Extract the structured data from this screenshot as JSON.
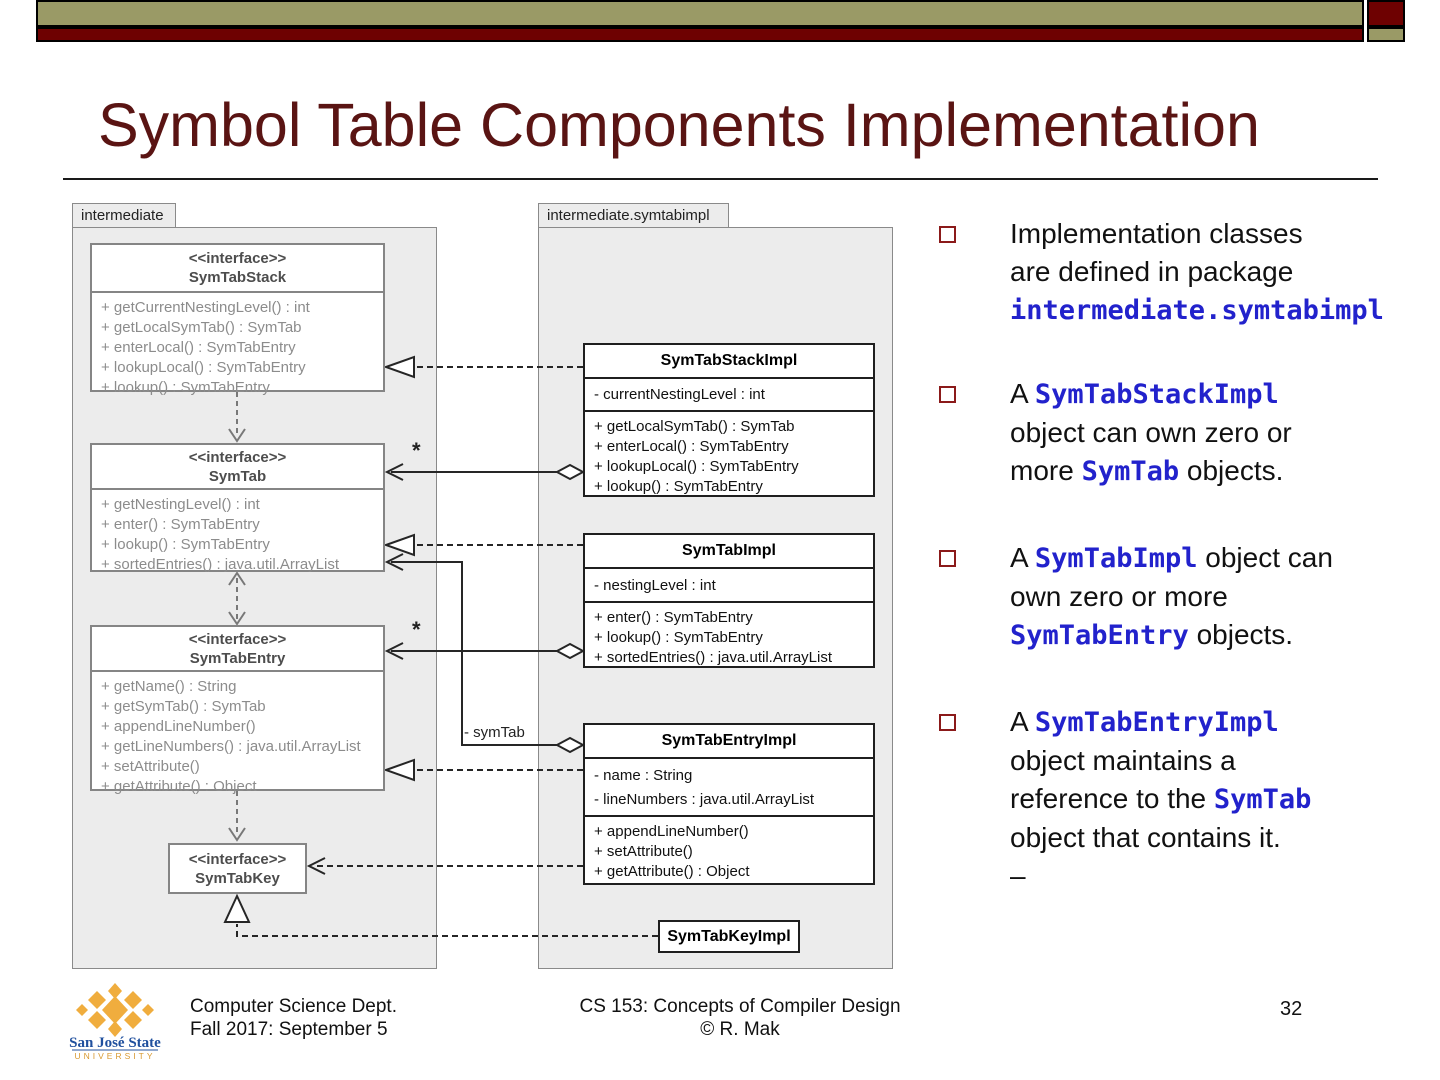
{
  "header": {
    "title": "Symbol Table Components Implementation",
    "colors": {
      "olive": "#9a9a66",
      "maroon": "#6e0101",
      "title": "#5a1413"
    }
  },
  "diagram": {
    "packages": {
      "intermediate": {
        "label": "intermediate"
      },
      "symtabimpl": {
        "label": "intermediate.symtabimpl"
      }
    },
    "interfaces": {
      "symtabstack": {
        "stereotype": "<<interface>>",
        "name": "SymTabStack",
        "methods": [
          "+ getCurrentNestingLevel() : int",
          "+ getLocalSymTab() : SymTab",
          "+ enterLocal() : SymTabEntry",
          "+ lookupLocal() : SymTabEntry",
          "+ lookup() : SymTabEntry"
        ]
      },
      "symtab": {
        "stereotype": "<<interface>>",
        "name": "SymTab",
        "methods": [
          "+ getNestingLevel() : int",
          "+ enter() : SymTabEntry",
          "+ lookup() : SymTabEntry",
          "+ sortedEntries() : java.util.ArrayList"
        ]
      },
      "symtabentry": {
        "stereotype": "<<interface>>",
        "name": "SymTabEntry",
        "methods": [
          "+ getName() : String",
          "+ getSymTab() : SymTab",
          "+ appendLineNumber()",
          "+ getLineNumbers() : java.util.ArrayList",
          "+ setAttribute()",
          "+ getAttribute() : Object"
        ]
      },
      "symtabkey": {
        "stereotype": "<<interface>>",
        "name": "SymTabKey"
      }
    },
    "classes": {
      "symtabstackimpl": {
        "name": "SymTabStackImpl",
        "attributes": [
          "- currentNestingLevel : int"
        ],
        "methods": [
          "+ getLocalSymTab() : SymTab",
          "+ enterLocal() : SymTabEntry",
          "+ lookupLocal() : SymTabEntry",
          "+ lookup() : SymTabEntry"
        ]
      },
      "symtabimpl": {
        "name": "SymTabImpl",
        "attributes": [
          "- nestingLevel : int"
        ],
        "methods": [
          "+ enter() : SymTabEntry",
          "+ lookup() : SymTabEntry",
          "+ sortedEntries() : java.util.ArrayList"
        ]
      },
      "symtabentryimpl": {
        "name": "SymTabEntryImpl",
        "attributes": [
          "- name : String",
          "- lineNumbers : java.util.ArrayList"
        ],
        "methods": [
          "+ appendLineNumber()",
          "+ setAttribute()",
          "+ getAttribute() : Object"
        ]
      },
      "symtabkeyimpl": {
        "name": "SymTabKeyImpl"
      }
    },
    "labels": {
      "star_symtab": "*",
      "star_symtabentry": "*",
      "symtab_ref": "- symTab"
    }
  },
  "right_panel": {
    "code_color": "#2222cc",
    "bullets": [
      {
        "lines": [
          {
            "segs": [
              {
                "t": "Implementation classes"
              }
            ]
          },
          {
            "segs": [
              {
                "t": "are defined in package"
              }
            ]
          },
          {
            "segs": [
              {
                "c": "intermediate.symtabimpl"
              }
            ]
          }
        ]
      },
      {
        "lines": [
          {
            "segs": [
              {
                "t": "A "
              },
              {
                "c": "SymTabStackImpl"
              }
            ]
          },
          {
            "segs": [
              {
                "t": "object can own zero or"
              }
            ]
          },
          {
            "segs": [
              {
                "t": "more "
              },
              {
                "c": "SymTab"
              },
              {
                "t": " objects."
              }
            ]
          }
        ]
      },
      {
        "lines": [
          {
            "segs": [
              {
                "t": "A "
              },
              {
                "c": "SymTabImpl"
              },
              {
                "t": " object can"
              }
            ]
          },
          {
            "segs": [
              {
                "t": "own zero or more"
              }
            ]
          },
          {
            "segs": [
              {
                "c": "SymTabEntry"
              },
              {
                "t": " objects."
              }
            ]
          }
        ]
      },
      {
        "lines": [
          {
            "segs": [
              {
                "t": "A "
              },
              {
                "c": "SymTabEntryImpl"
              }
            ]
          },
          {
            "segs": [
              {
                "t": "object maintains a"
              }
            ]
          },
          {
            "segs": [
              {
                "t": "reference to the "
              },
              {
                "c": "SymTab"
              }
            ]
          },
          {
            "segs": [
              {
                "t": "object that contains it."
              }
            ]
          },
          {
            "segs": [
              {
                "t": "–"
              }
            ]
          }
        ]
      }
    ]
  },
  "footer": {
    "logo": {
      "line1": "San José State",
      "line2": "UNIVERSITY"
    },
    "left": {
      "line1": "Computer Science Dept.",
      "line2": "Fall 2017: September 5"
    },
    "center": {
      "line1": "CS 153: Concepts of Compiler Design",
      "line2": "© R. Mak"
    },
    "page_number": "32"
  }
}
